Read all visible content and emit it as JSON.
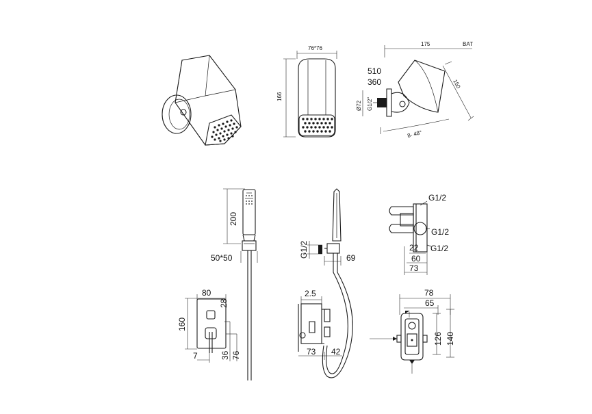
{
  "labels": {
    "head_width": "76*76",
    "head_height": "166",
    "arm_length": "175",
    "bat": "BAT",
    "arm_510": "510",
    "arm_360": "360",
    "flange_dia": "Ø72",
    "inlet_g12_quote": "G1/2\"",
    "arm_150": "150",
    "tilt_angle": "8- 48°",
    "hand_height": "200",
    "hand_base": "50*50",
    "holder_g12": "G1/2",
    "holder_69": "69",
    "valve_g12_top": "G1/2",
    "valve_g12_mid": "G1/2",
    "valve_g12_bot": "G1/2",
    "valve_22": "22",
    "valve_60": "60",
    "valve_73": "73",
    "plate_80": "80",
    "plate_28": "28",
    "plate_160": "160",
    "plate_7": "7",
    "plate_36": "36",
    "plate_76": "76",
    "body_25": "2.5",
    "body_73": "73",
    "body_42": "42",
    "box_78": "78",
    "box_65": "65",
    "box_126": "126",
    "box_140": "140"
  }
}
